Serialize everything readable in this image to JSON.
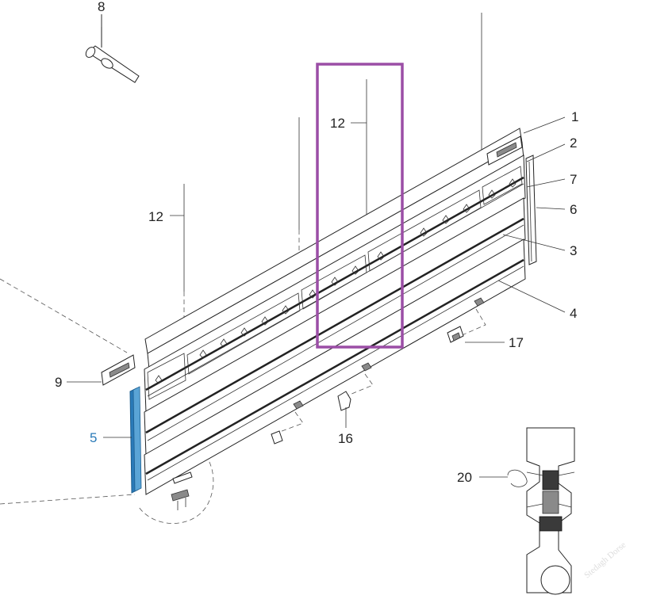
{
  "callouts": {
    "c1": "1",
    "c2": "2",
    "c3": "3",
    "c4": "4",
    "c5": "5",
    "c6": "6",
    "c7": "7",
    "c8": "8",
    "c9": "9",
    "c12a": "12",
    "c12b": "12",
    "c16": "16",
    "c17": "17",
    "c20": "20"
  },
  "watermark": "Stedagh Dorse",
  "colors": {
    "highlight_box": "#9b4ea6",
    "highlight_part": "#2a7ab8",
    "line": "#222222"
  }
}
